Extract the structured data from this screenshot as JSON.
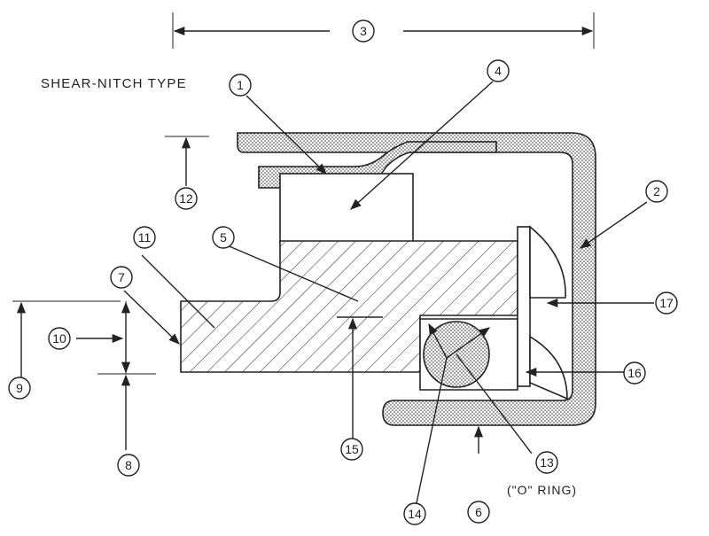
{
  "title": "SHEAR-NITCH TYPE",
  "o_ring_note": "(\"O\" RING)",
  "callouts": {
    "c1": "1",
    "c2": "2",
    "c3": "3",
    "c4": "4",
    "c5": "5",
    "c6": "6",
    "c7": "7",
    "c8": "8",
    "c9": "9",
    "c10": "10",
    "c11": "11",
    "c12": "12",
    "c13": "13",
    "c14": "14",
    "c15": "15",
    "c16": "16",
    "c17": "17"
  }
}
